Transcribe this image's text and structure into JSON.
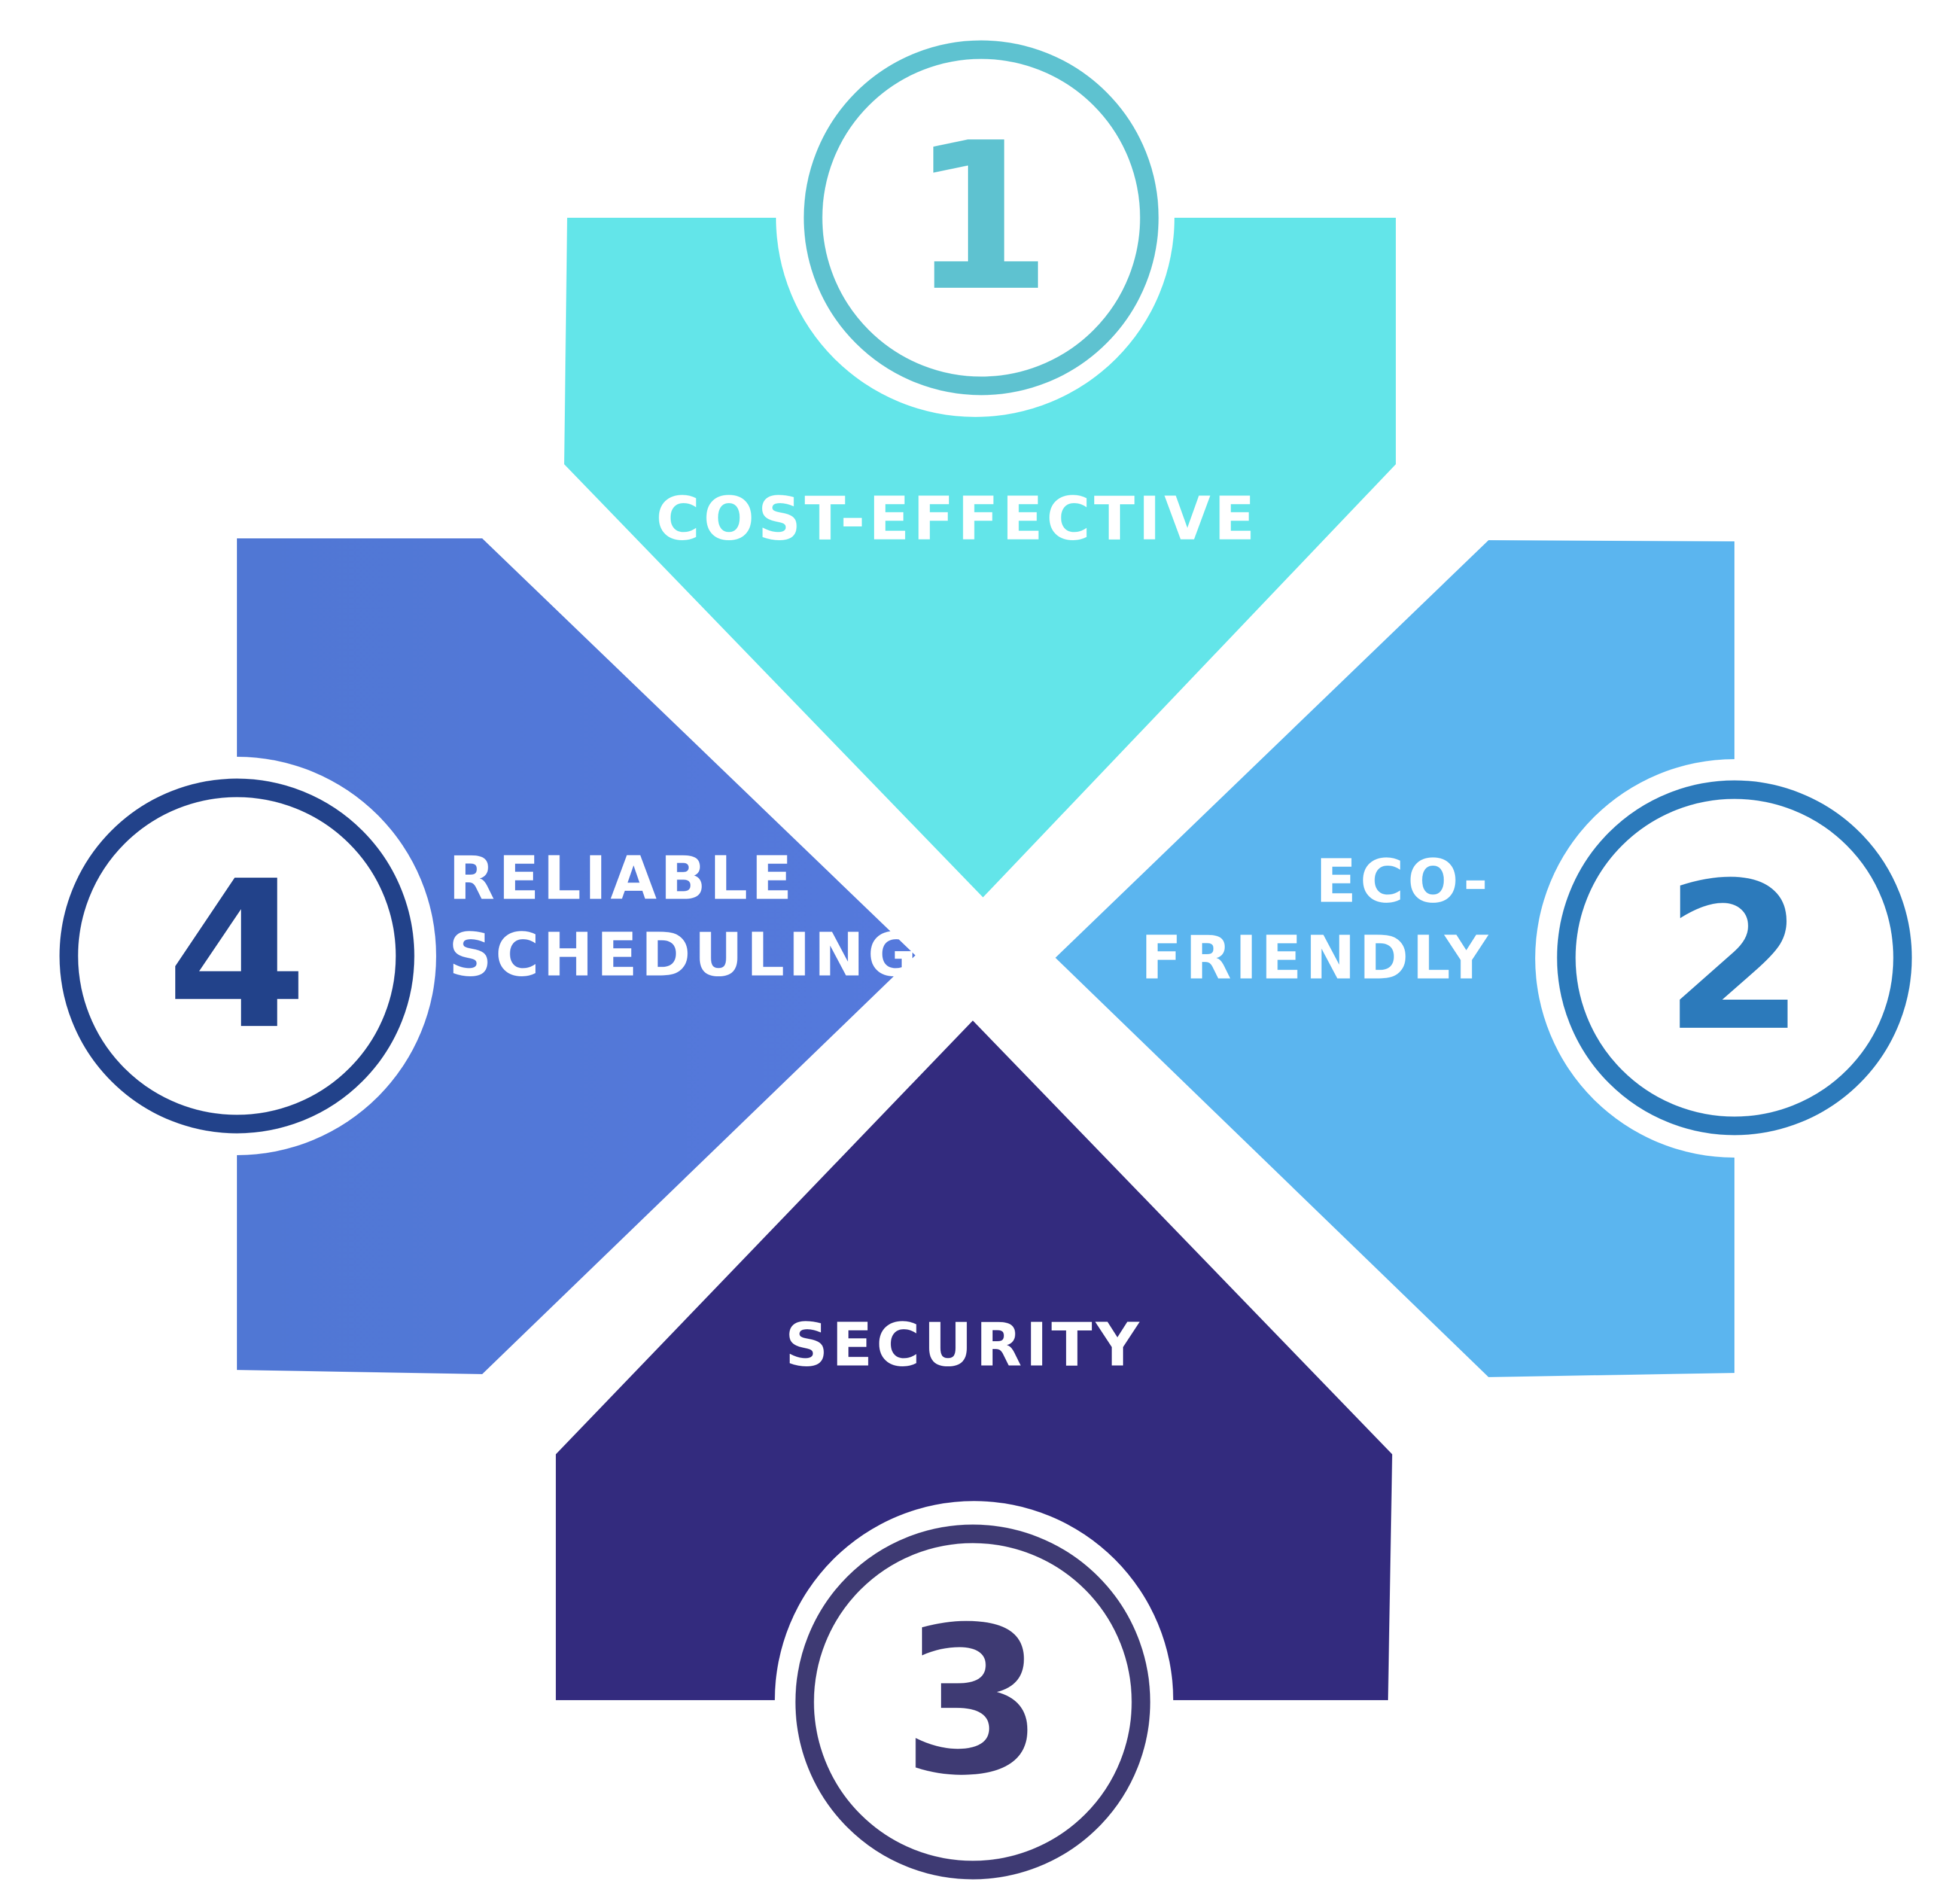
{
  "colors": {
    "background": "#ffffff",
    "cost_effective_fill": "#63e5e9",
    "cost_effective_ring": "#5ec2d0",
    "eco_friendly_fill": "#5bb5ef",
    "eco_friendly_ring": "#2c7abb",
    "security_fill": "#332b7e",
    "security_ring": "#3e3a73",
    "reliable_fill_start": "#5077d4",
    "reliable_fill_end": "#5579dc",
    "reliable_ring": "#22428a",
    "label_text": "#ffffff"
  },
  "segments": {
    "cost_effective": {
      "number": "1",
      "label_lines": [
        "COST-EFFECTIVE"
      ]
    },
    "eco_friendly": {
      "number": "2",
      "label_lines": [
        "ECO-",
        "FRIENDLY"
      ]
    },
    "security": {
      "number": "3",
      "label_lines": [
        "SECURITY"
      ]
    },
    "reliable_scheduling": {
      "number": "4",
      "label_lines": [
        "RELIABLE",
        "SCHEDULING"
      ]
    }
  }
}
